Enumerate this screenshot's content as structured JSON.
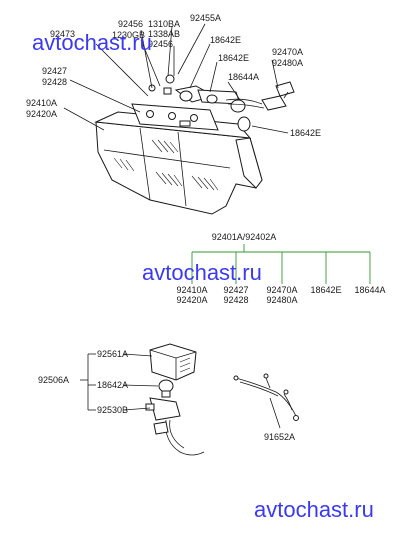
{
  "watermark": "avtochast.ru",
  "labels": {
    "p92473": "92473",
    "p92456a": "92456",
    "p1230gb": "1230GB",
    "p1310ba": "1310BA",
    "p1338ab": "1338AB",
    "p92456b": "92456",
    "p92455a": "92455A",
    "p18642e_a": "18642E",
    "p18642e_b": "18642E",
    "p92470a": "92470A",
    "p92480a": "92480A",
    "p18644a": "18644A",
    "p92427": "92427",
    "p92428": "92428",
    "p92410a": "92410A",
    "p92420a": "92420A",
    "p18642e_c": "18642E"
  },
  "assembly": {
    "top": "92401A/92402A",
    "children": [
      {
        "line1": "92410A",
        "line2": "92420A"
      },
      {
        "line1": "92427",
        "line2": "92428"
      },
      {
        "line1": "92470A",
        "line2": "92480A"
      },
      {
        "line1": "18642E",
        "line2": ""
      },
      {
        "line1": "18644A",
        "line2": ""
      }
    ]
  },
  "lower": {
    "p92561a": "92561A",
    "p92506a": "92506A",
    "p18642a": "18642A",
    "p92530b": "92530B",
    "p91652a": "91652A"
  }
}
